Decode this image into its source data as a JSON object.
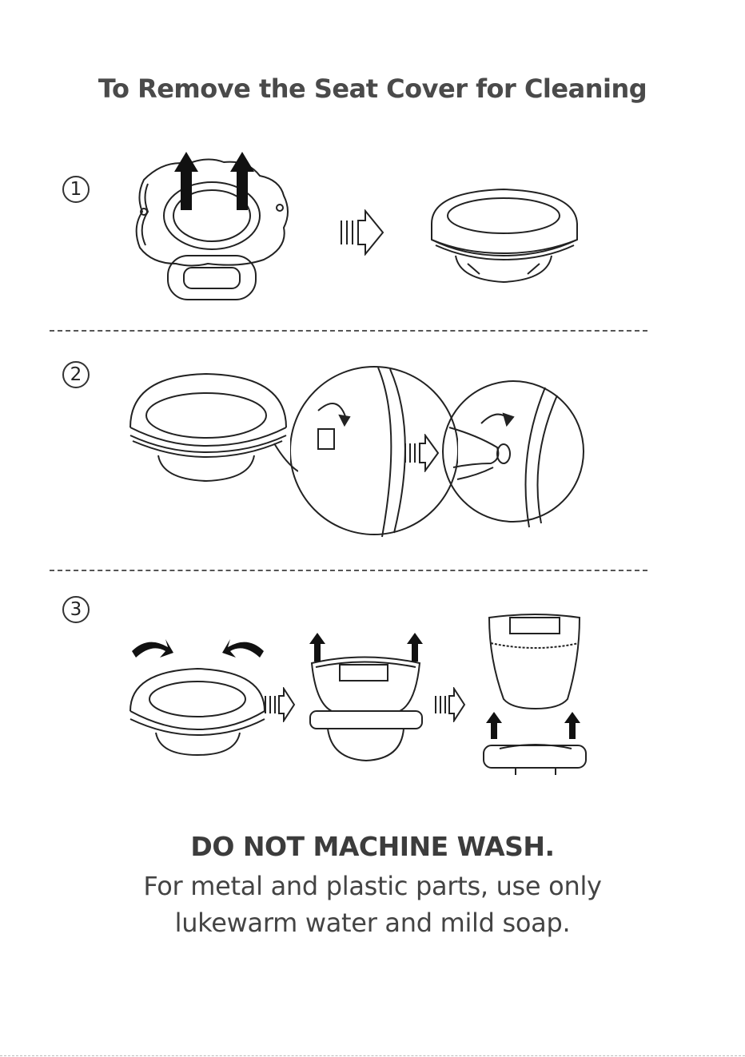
{
  "title": "To Remove the Seat Cover for Cleaning",
  "steps": [
    {
      "number": "1"
    },
    {
      "number": "2"
    },
    {
      "number": "3"
    }
  ],
  "warning": "DO NOT MACHINE WASH.",
  "note_line1": "For metal and plastic parts, use only",
  "note_line2": "lukewarm water and mild soap."
}
